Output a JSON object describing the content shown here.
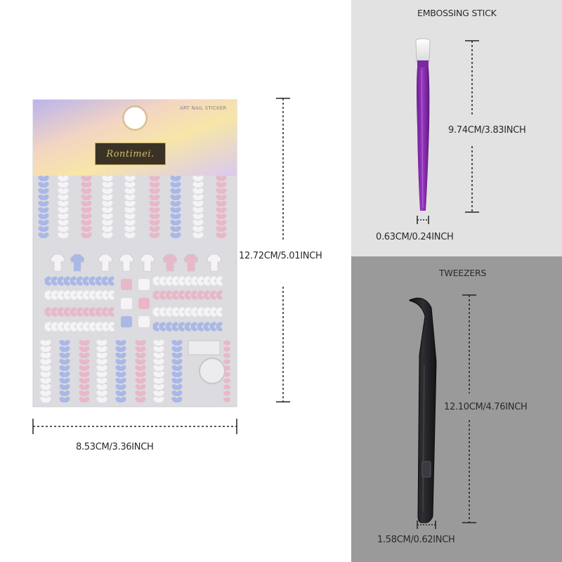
{
  "brand": "Rontimei.",
  "sheet_tag": "ART NAIL STICKER",
  "height_label": "12.72CM/5.01INCH",
  "width_label": "8.53CM/3.36INCH",
  "stick": {
    "title": "EMBOSSING STICK",
    "length_label": "9.74CM/3.83INCH",
    "width_label": "0.63CM/0.24INCH"
  },
  "tweezers": {
    "title": "TWEEZERS",
    "length_label": "12.10CM/4.76INCH",
    "width_label": "1.58CM/0.62INCH"
  },
  "colors": {
    "stick_purple": "#8a2bb0",
    "tweezers_black": "#1e1e22",
    "sticker_pink": "#e8b8c8",
    "sticker_blue": "#a9b8e6",
    "sticker_white": "#f5f3f6"
  }
}
